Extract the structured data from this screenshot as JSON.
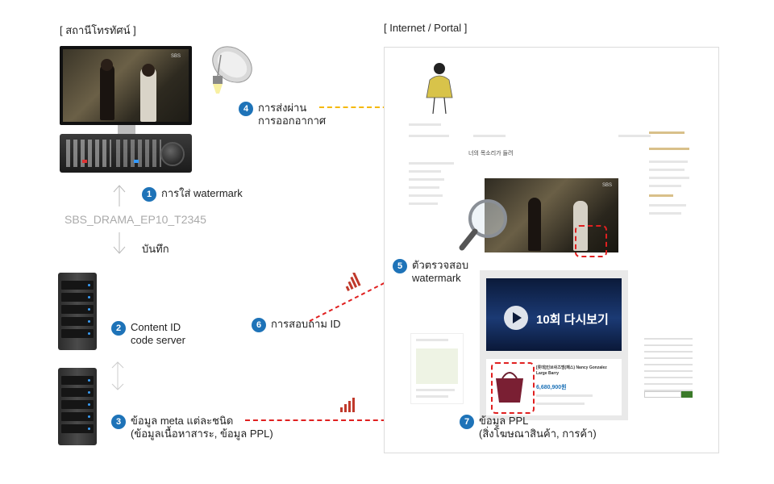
{
  "sections": {
    "station": "[ สถานีโทรทัศน์ ]",
    "internet": "[ Internet / Portal ]"
  },
  "steps": [
    {
      "num": "1",
      "lines": [
        "การใส่ watermark"
      ]
    },
    {
      "num": "2",
      "lines": [
        "Content ID",
        "code server"
      ]
    },
    {
      "num": "3",
      "lines": [
        "ข้อมูล meta แต่ละชนิด",
        "(ข้อมูลเนื้อหาสาระ, ข้อมูล PPL)"
      ]
    },
    {
      "num": "4",
      "lines": [
        "การส่งผ่าน",
        "การออกอากาศ"
      ]
    },
    {
      "num": "5",
      "lines": [
        "ตัวตรวจสอบ",
        "watermark"
      ]
    },
    {
      "num": "6",
      "lines": [
        "การสอบถาม ID"
      ]
    },
    {
      "num": "7",
      "lines": [
        "ข้อมูล PPL",
        "(สิ่งโฆษณาสินค้า, การค้า)"
      ]
    }
  ],
  "labels": {
    "content_code": "SBS_DRAMA_EP10_T2345",
    "record": "บันทึก",
    "tv_logo": "SBS",
    "video_title": "10회 다시보기",
    "blog_post_title": "너의 목소리가 들려",
    "product_name": "[롯데]인브쉬즈엠(패스) Nancy Gonzalez Large Barry",
    "product_price": "6,680,900원"
  },
  "colors": {
    "badge": "#1e73b8",
    "broadcast_line": "#f5b800",
    "query_line": "#e02020",
    "ppl_highlight": "#e02020"
  }
}
